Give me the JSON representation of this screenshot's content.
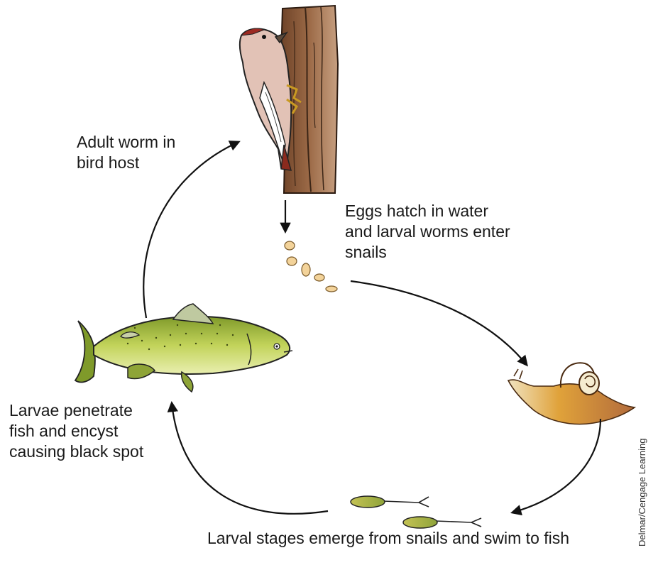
{
  "labels": {
    "adult_worm": [
      "Adult worm in",
      "bird host"
    ],
    "eggs_hatch": [
      "Eggs hatch in water",
      "and larval worms enter",
      "snails"
    ],
    "larvae_penetrate": [
      "Larvae penetrate",
      "fish and encyst",
      "causing black spot"
    ],
    "larval_stages": "Larval stages emerge from snails and swim to fish"
  },
  "credit": "Delmar/Cengage Learning",
  "colors": {
    "arrow": "#111111",
    "bark": "#8a5a3c",
    "bark_light": "#b07f5c",
    "bird": "#d9b3a8",
    "egg": "#f3d39a",
    "snail": "#d49a3a",
    "fish": "#b5c94a",
    "larva": "#a8b84a"
  }
}
